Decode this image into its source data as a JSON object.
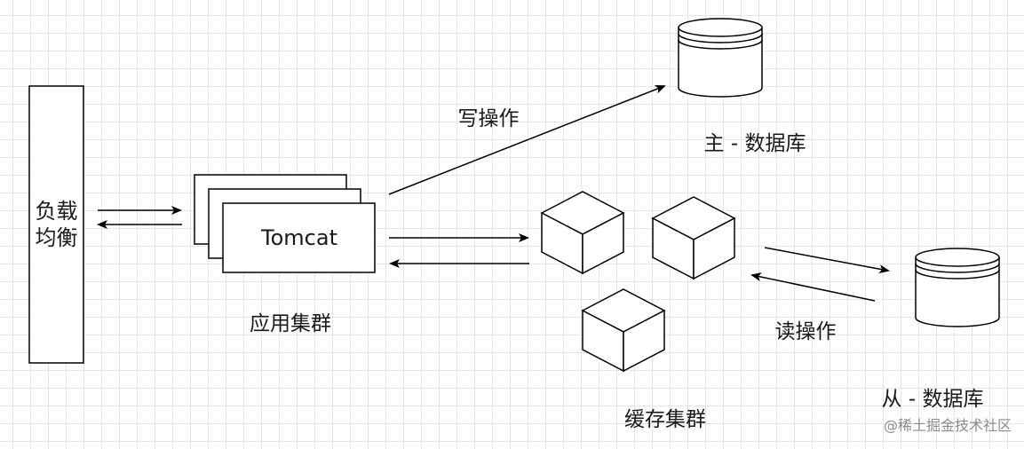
{
  "diagram": {
    "load_balancer": {
      "label_line1": "负载",
      "label_line2": "均衡"
    },
    "app_cluster": {
      "server_name": "Tomcat",
      "label": "应用集群"
    },
    "master_db": {
      "label": "主 - 数据库"
    },
    "slave_db": {
      "label": "从 - 数据库"
    },
    "cache_cluster": {
      "label": "缓存集群"
    },
    "edges": {
      "write_op": "写操作",
      "read_op": "读操作"
    }
  },
  "watermark": "@稀土掘金技术社区",
  "colors": {
    "stroke": "#000000",
    "fill": "#ffffff",
    "grid": "#e6e6e6"
  }
}
